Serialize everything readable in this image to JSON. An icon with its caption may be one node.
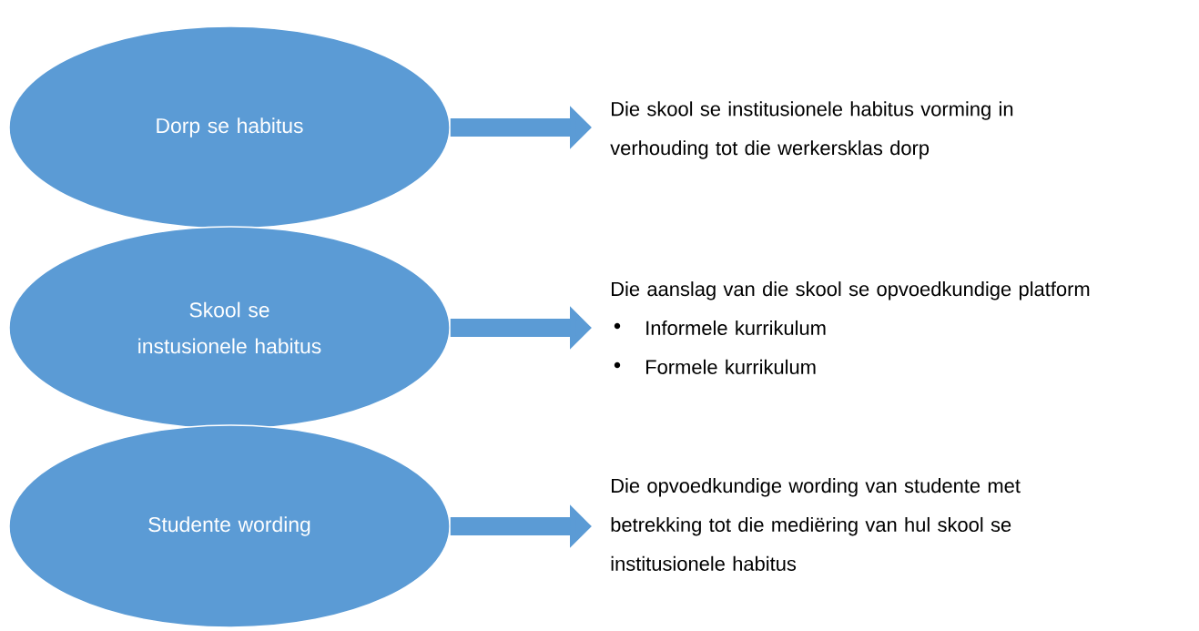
{
  "diagram": {
    "nodes": [
      {
        "text": [
          "Dorp se habitus"
        ]
      },
      {
        "text": [
          "Die skool se institusionele habitus vorming in verhouding tot die werkersklas dorp"
        ]
      },
      {
        "text": [
          "Skool se instusionele habitus"
        ]
      },
      {
        "text": [
          "Die aanslag van die skool se opvoedkundige platform",
          "Informele kurrikulum",
          "Formele kurrikulum"
        ]
      },
      {
        "text": [
          "Studente wording"
        ]
      },
      {
        "text": [
          "Die opvoedkundige wording van studente met betrekking tot die mediëring van hul skool se institusionele habitus"
        ]
      }
    ],
    "edges": [
      {
        "from": 0,
        "to": 1,
        "arrow": "to"
      },
      {
        "from": 2,
        "to": 3,
        "arrow": "to"
      },
      {
        "from": 4,
        "to": 5,
        "arrow": "to"
      }
    ]
  }
}
